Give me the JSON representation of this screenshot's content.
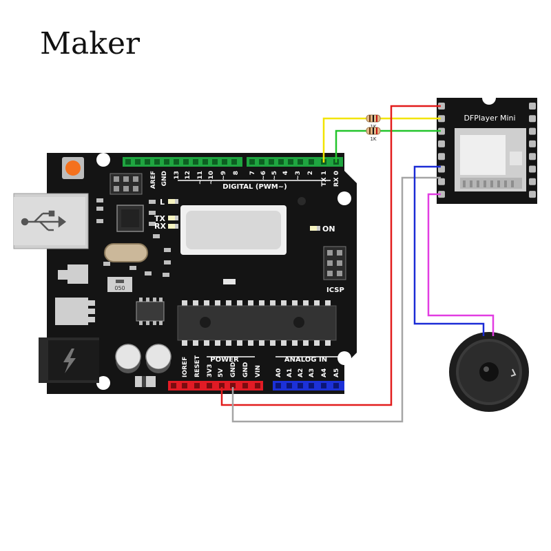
{
  "heading": "Maker",
  "arduino": {
    "digital_header": "DIGITAL (PWM~)",
    "digital_pins": [
      "AREF",
      "GND",
      "13",
      "12",
      "~11",
      "~10",
      "~9",
      "8",
      "7",
      "~6",
      "~5",
      "4",
      "~3",
      "2",
      "TX 1",
      "RX 0"
    ],
    "leds": [
      "L",
      "TX",
      "RX"
    ],
    "on_label": "ON",
    "icsp_label": "ICSP",
    "power_header": "POWER",
    "power_pins": [
      "IOREF",
      "RESET",
      "3V3",
      "5V",
      "GND",
      "GND",
      "VIN"
    ],
    "analog_header": "ANALOG IN",
    "analog_pins": [
      "A0",
      "A1",
      "A2",
      "A3",
      "A4",
      "A5"
    ],
    "crystal_marking": "050"
  },
  "module": {
    "title": "DFPlayer Mini"
  },
  "resistors": [
    "1K",
    "1K"
  ],
  "wire_colors": {
    "tx": "#f2e400",
    "rx": "#22c42b",
    "vcc": "#e21b1b",
    "gnd": "#a5a5a5",
    "spk1": "#1a2bd6",
    "spk2": "#e23ce2"
  },
  "header_colors": {
    "digital": "#1fa540",
    "power": "#e21b25",
    "analog": "#1c31d8"
  }
}
